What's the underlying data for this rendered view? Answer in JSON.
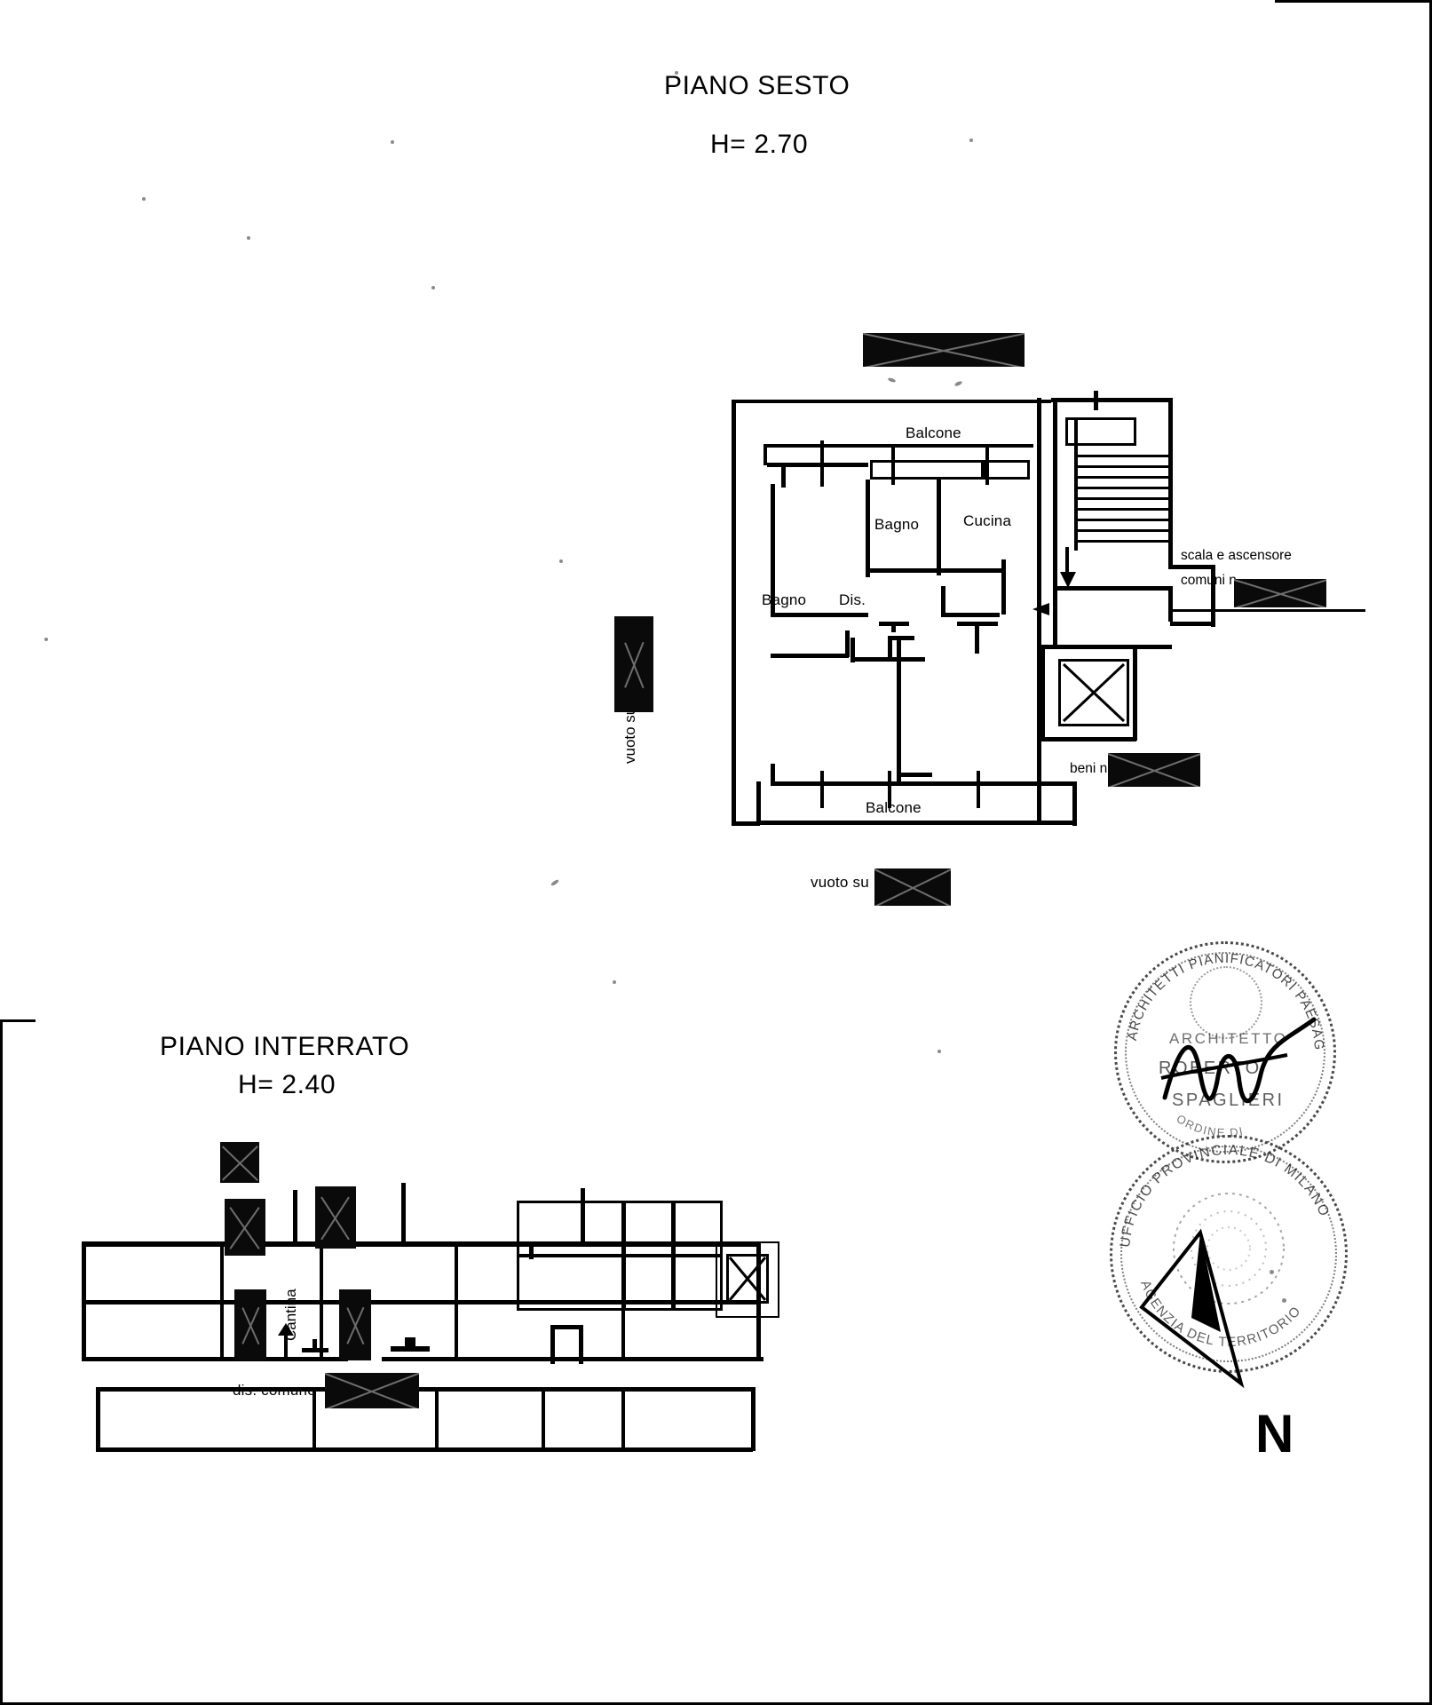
{
  "document": {
    "type": "planimetria-catastale",
    "language": "it"
  },
  "floor_plans": [
    {
      "id": "piano-sesto",
      "title": "PIANO SESTO",
      "height_label": "H= 2.70",
      "rooms": [
        {
          "name": "Balcone",
          "label": "Balcone"
        },
        {
          "name": "Bagno",
          "label": "Bagno"
        },
        {
          "name": "Cucina",
          "label": "Cucina"
        },
        {
          "name": "Bagno2",
          "label": "Bagno"
        },
        {
          "name": "Disimpegno",
          "label": "Dis."
        },
        {
          "name": "Balcone2",
          "label": "Balcone"
        }
      ],
      "annotations": [
        {
          "name": "vuoto-su-left",
          "label": "vuoto su",
          "orientation": "vertical"
        },
        {
          "name": "vuoto-su-bottom",
          "label": "vuoto su",
          "orientation": "horizontal"
        },
        {
          "name": "scala-ascensore",
          "label": "scala e ascensore"
        },
        {
          "name": "comuni",
          "label": "comuni n"
        },
        {
          "name": "beni",
          "label": "beni n"
        }
      ]
    },
    {
      "id": "piano-interrato",
      "title": "PIANO INTERRATO",
      "height_label": "H= 2.40",
      "rooms": [
        {
          "name": "Cantina",
          "label": "Cantina",
          "orientation": "vertical"
        },
        {
          "name": "dis-comune",
          "label": "dis. comune"
        }
      ],
      "annotations": []
    }
  ],
  "redactions": {
    "count": 11,
    "note": "black crossed-out boxes covering sensitive identifiers"
  },
  "stamps": [
    {
      "name": "ordine-architetti-stamp",
      "arc_top": "ARCHITETTI PIANIFICATORI PAESAGGISTI",
      "arc_bottom": "ORDINE DI",
      "line1": "ARCHITETTO",
      "line2": "ROBERTO",
      "line3": "SPAGLIERI",
      "signature": "Rober"
    },
    {
      "name": "ufficio-provinciale-stamp",
      "arc_top": "UFFICIO PROVINCIALE DI MILANO",
      "arc_bottom": "AGENZIA DEL TERRITORIO"
    }
  ],
  "compass": {
    "name": "north-arrow",
    "label": "N"
  }
}
